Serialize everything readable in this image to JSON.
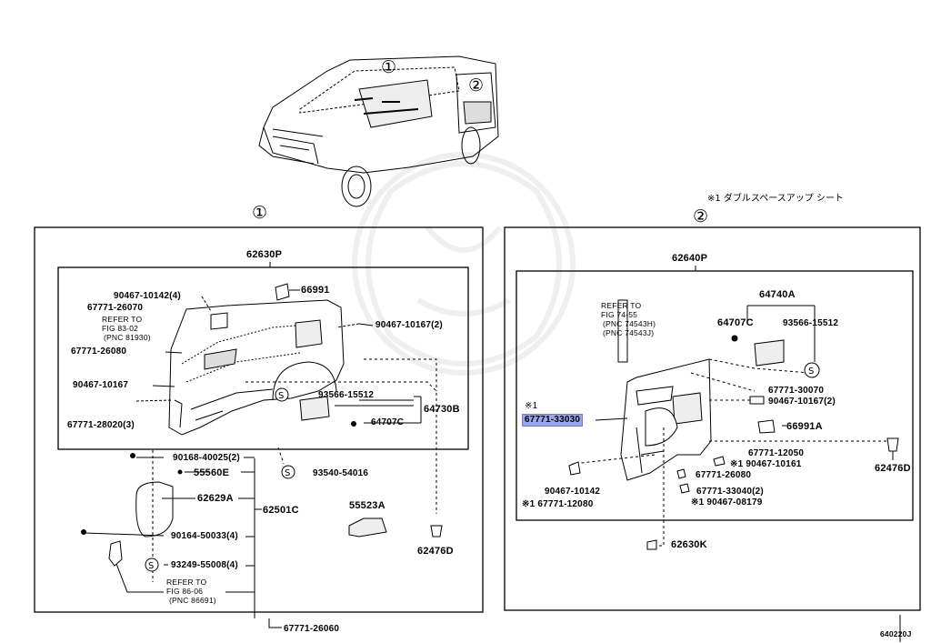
{
  "note": "※1 ダブルスペースアップ シート",
  "figure_code": "640220J",
  "section1": {
    "marker": "①",
    "assy": "62630P",
    "labels": {
      "p66991": "66991",
      "p90467_10142": "90467-10142(4)",
      "p67771_26070": "67771-26070",
      "ref1_a": "REFER TO",
      "ref1_b": "FIG 83-02",
      "ref1_c": "(PNC 81930)",
      "p67771_26080": "67771-26080",
      "p90467_10167a": "90467-10167(2)",
      "p90467_10167b": "90467-10167",
      "p67771_28020": "67771-28020(3)",
      "p93566": "93566-15512",
      "p64707c": "64707C",
      "p64730b": "64730B",
      "p90168": "90168-40025(2)",
      "p55560e": "55560E",
      "p93540": "93540-54016",
      "p62629a": "62629A",
      "p62501c": "62501C",
      "p55523a": "55523A",
      "p90164": "90164-50033(4)",
      "p62476d": "62476D",
      "p93249": "93249-55008(4)",
      "ref2_a": "REFER TO",
      "ref2_b": "FIG 86-06",
      "ref2_c": "(PNC 86691)",
      "p67771_26060": "67771-26060"
    }
  },
  "section2": {
    "marker": "②",
    "assy": "62640P",
    "labels": {
      "ref_a": "REFER TO",
      "ref_b": "FIG 74-55",
      "ref_c": "(PNC 74543H)",
      "ref_d": "(PNC 74543J)",
      "p64740a": "64740A",
      "p64707c": "64707C",
      "p93566": "93566-15512",
      "star1": "※1",
      "p67771_33030": "67771-33030",
      "p67771_30070": "67771-30070",
      "p90467_10167": "90467-10167(2)",
      "p66991a": "66991A",
      "p67771_12050": "67771-12050",
      "p90467_10161": "※1 90467-10161",
      "p62476d": "62476D",
      "p67771_26080": "67771-26080",
      "p90467_10142": "90467-10142",
      "p67771_12080": "※1 67771-12080",
      "p67771_33040": "67771-33040(2)",
      "p90467_08179": "※1 90467-08179",
      "p62630k": "62630K"
    }
  }
}
